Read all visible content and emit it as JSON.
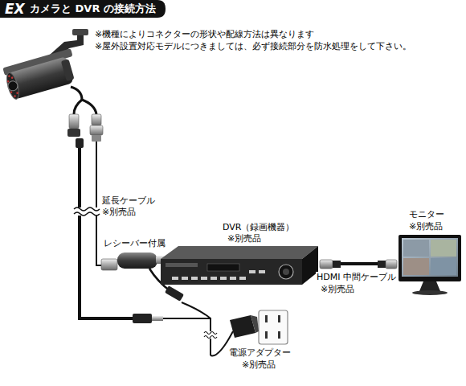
{
  "diagram": {
    "title": "カメラと DVR の接続方法",
    "labels": [
      "EX",
      "※機種によりコネクターの形状や配線方法は異なります",
      "※屋外設置対応モデルにつきましては、必ず接続部分を防水処理をして下さい。",
      "延長ケーブル",
      "※別売品",
      "レシーバー付属",
      "DVR（録画機器）",
      "※別売品",
      "モニター",
      "※別売品",
      "HDMI 中間ケーブル",
      "※別売品",
      "電源アダプター",
      "※別売品"
    ]
  }
}
